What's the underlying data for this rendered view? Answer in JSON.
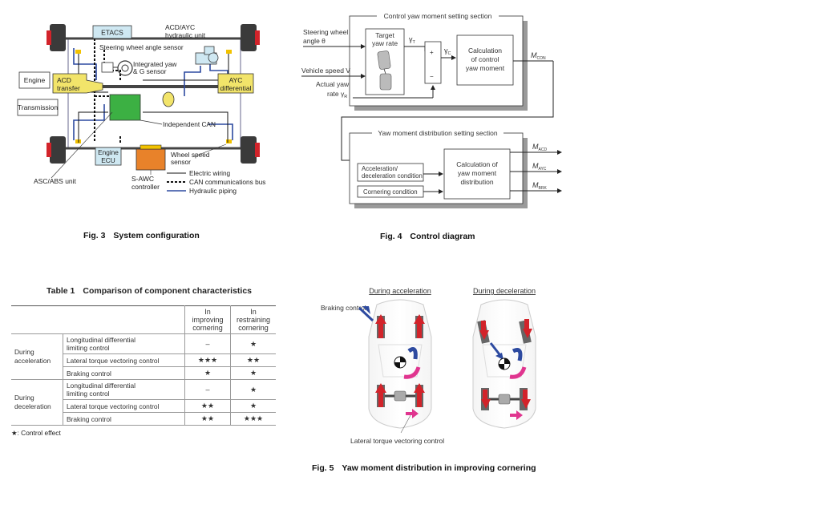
{
  "fig3": {
    "caption_num": "Fig. 3",
    "caption_text": "System configuration",
    "labels": {
      "etacs": "ETACS",
      "acd_ayc_1": "ACD/AYC",
      "acd_ayc_2": "hydraulic unit",
      "steer_sensor": "Steering wheel angle sensor",
      "yaw_g_1": "Integrated yaw",
      "yaw_g_2": "& G sensor",
      "engine": "Engine",
      "acd_1": "ACD",
      "acd_2": "transfer",
      "ayc_1": "AYC",
      "ayc_2": "differential",
      "transmission": "Transmission",
      "independent_can": "Independent CAN",
      "engine_ecu_1": "Engine",
      "engine_ecu_2": "ECU",
      "wheel_speed_1": "Wheel speed",
      "wheel_speed_2": "sensor",
      "asc_abs": "ASC/ABS unit",
      "s_awc_1": "S-AWC",
      "s_awc_2": "controller",
      "legend_electric": "Electric wiring",
      "legend_can": "CAN communications bus",
      "legend_hydraulic": "Hydraulic piping"
    },
    "colors": {
      "green": "#3cb043",
      "orange": "#e8822a",
      "yellow": "#f2e46a",
      "blue": "#2d4aa0",
      "red": "#d2232a",
      "cyan": "#cfe8f2"
    }
  },
  "fig4": {
    "caption_num": "Fig. 4",
    "caption_text": "Control diagram",
    "top_section": "Control yaw moment setting section",
    "bottom_section": "Yaw moment distribution setting section",
    "steer_1": "Steering wheel",
    "steer_2": "angle θ",
    "vehicle_speed": "Vehicle speed V",
    "actual_yaw_1": "Actual yaw",
    "actual_yaw_2": "rate γ",
    "actual_yaw_sub": "R",
    "target_1": "Target",
    "target_2": "yaw rate",
    "gamma_t": "γ",
    "gamma_t_sub": "T",
    "gamma_c": "γ",
    "gamma_c_sub": "C",
    "plus": "+",
    "minus": "−",
    "calc_control_1": "Calculation",
    "calc_control_2": "of control",
    "calc_control_3": "yaw moment",
    "m_con": "M",
    "m_con_sub": "CON",
    "accel_1": "Acceleration/",
    "accel_2": "deceleration condition",
    "cornering": "Cornering condition",
    "calc_dist_1": "Calculation of",
    "calc_dist_2": "yaw moment",
    "calc_dist_3": "distribution",
    "m_acd": "M",
    "m_acd_sub": "ACD",
    "m_ayc": "M",
    "m_ayc_sub": "AYC",
    "m_brk": "M",
    "m_brk_sub": "BRK"
  },
  "table1": {
    "title_num": "Table 1",
    "title_text": "Comparison of component characteristics",
    "col_headers": [
      {
        "line1": "In improving",
        "line2": "cornering"
      },
      {
        "line1": "In restraining",
        "line2": "cornering"
      }
    ],
    "groups": [
      {
        "name_1": "During",
        "name_2": "acceleration",
        "rows": [
          {
            "item_1": "Longitudinal differential",
            "item_2": "limiting control",
            "improving": "–",
            "restraining": "★"
          },
          {
            "item_1": "Lateral torque vectoring control",
            "item_2": "",
            "improving": "★★★",
            "restraining": "★★"
          },
          {
            "item_1": "Braking control",
            "item_2": "",
            "improving": "★",
            "restraining": "★"
          }
        ]
      },
      {
        "name_1": "During",
        "name_2": "deceleration",
        "rows": [
          {
            "item_1": "Longitudinal differential",
            "item_2": "limiting control",
            "improving": "–",
            "restraining": "★"
          },
          {
            "item_1": "Lateral torque vectoring control",
            "item_2": "",
            "improving": "★★",
            "restraining": "★"
          },
          {
            "item_1": "Braking control",
            "item_2": "",
            "improving": "★★",
            "restraining": "★★★"
          }
        ]
      }
    ],
    "footnote": "★: Control effect"
  },
  "fig5": {
    "caption_num": "Fig. 5",
    "caption_text": "Yaw moment distribution in improving cornering",
    "during_accel": "During acceleration",
    "during_decel": "During deceleration",
    "braking_control": "Braking control",
    "lateral_tv": "Lateral torque vectoring control"
  }
}
